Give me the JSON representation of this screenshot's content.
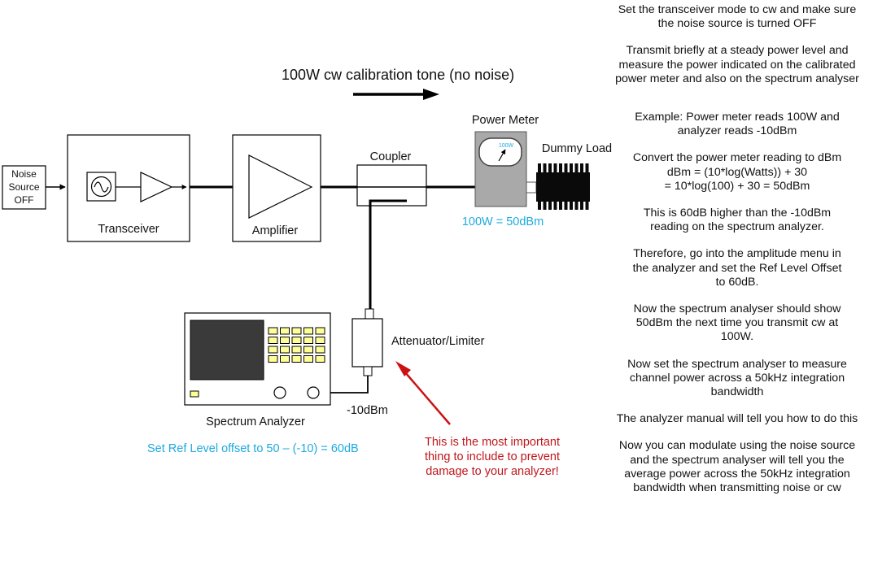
{
  "diagram": {
    "title": "100W cw calibration tone (no noise)",
    "noise_source": [
      "Noise",
      "Source",
      "OFF"
    ],
    "transceiver_label": "Transceiver",
    "amplifier_label": "Amplifier",
    "coupler_label": "Coupler",
    "power_meter_label": "Power Meter",
    "meter_face_text": "100W",
    "dummy_load_label": "Dummy Load",
    "power_reading": "100W =  50dBm",
    "attenuator_label": "Attenuator/Limiter",
    "analyzer_label": "Spectrum Analyzer",
    "level_label": "-10dBm",
    "ref_offset_note": "Set Ref Level offset to 50 – (-10)  = 60dB",
    "warning": [
      "This is the most important",
      "thing to include to prevent",
      "damage to your analyzer!"
    ],
    "colors": {
      "cyan_text": "#1eaadf",
      "warning_red": "#c0161c",
      "arrow_red": "#cc1111",
      "meter_body": "#a9a9a9",
      "screen": "#3a3a3a",
      "key_fill": "#ffff99"
    }
  },
  "instructions": [
    [
      "Set the transceiver mode to cw and make sure",
      "the noise source is turned OFF"
    ],
    [
      "Transmit briefly at a steady power level and",
      "measure the power indicated on the calibrated",
      "power meter and also on the spectrum analyser"
    ],
    [
      "Example: Power meter reads 100W and",
      "analyzer reads -10dBm"
    ],
    [
      "Convert the power meter reading to dBm",
      "dBm = (10*log(Watts)) + 30",
      "= 10*log(100) + 30  = 50dBm"
    ],
    [
      "This is 60dB higher than the -10dBm",
      "reading on the spectrum analyzer."
    ],
    [
      "Therefore, go into the amplitude menu in",
      "the analyzer and set the Ref Level Offset",
      "to 60dB."
    ],
    [
      "Now the spectrum analyser should show",
      "50dBm the next time you transmit cw at",
      "100W."
    ],
    [
      "Now set the spectrum analyser to measure",
      "channel power across a 50kHz integration",
      "bandwidth"
    ],
    [
      "The analyzer manual will tell you how to do this"
    ],
    [
      "Now you can modulate using the noise source",
      "and the spectrum analyser will tell you the",
      "average power across the 50kHz integration",
      "bandwidth when transmitting noise or cw"
    ]
  ]
}
